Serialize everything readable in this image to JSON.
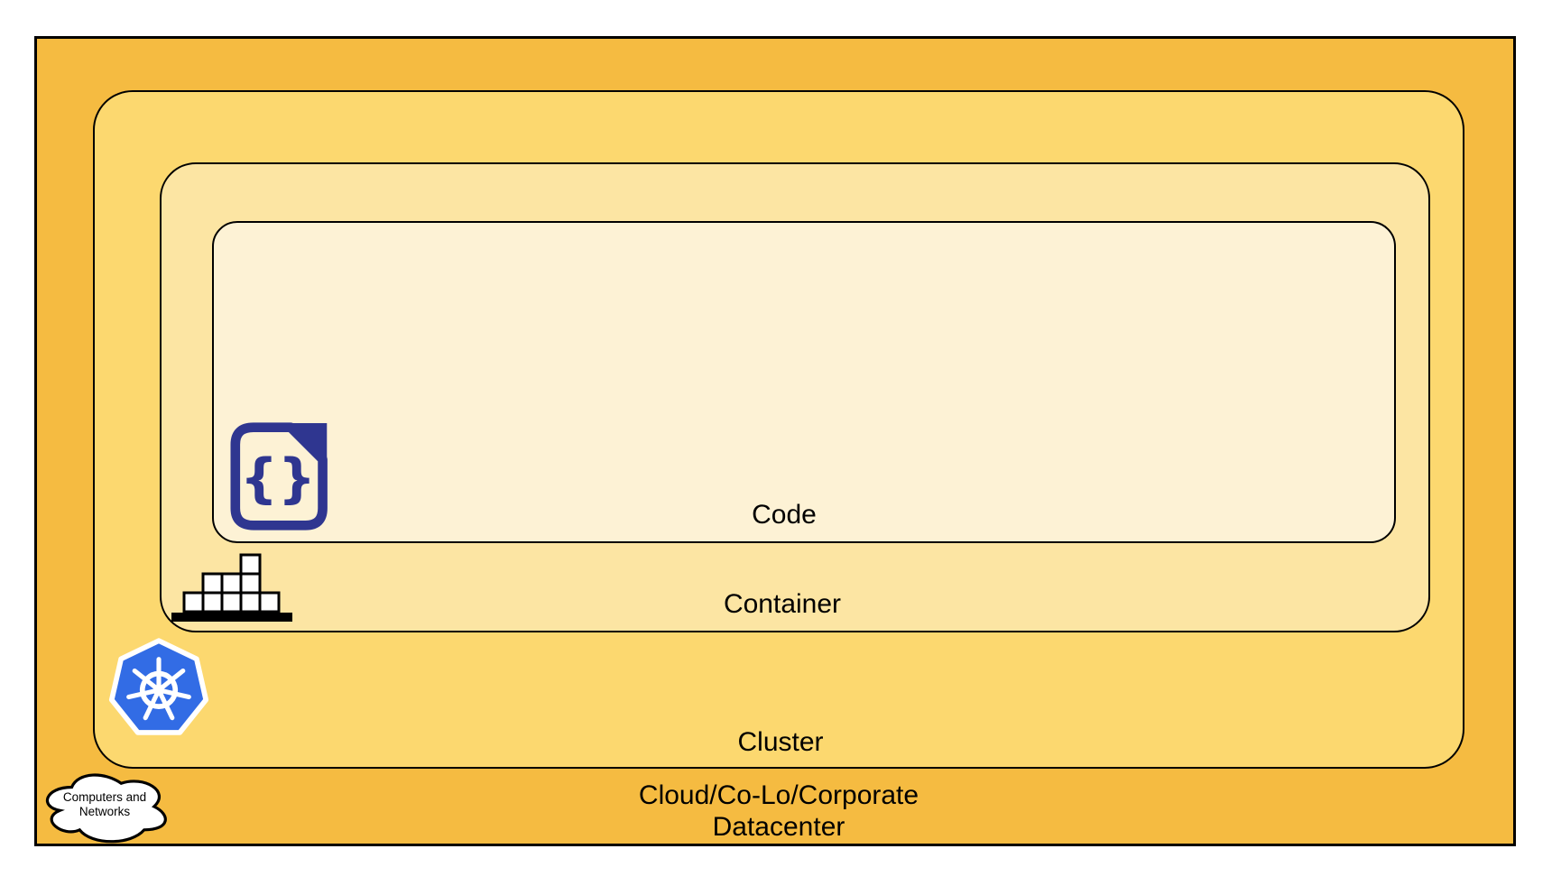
{
  "colors": {
    "datacenter_fill": "#F5BB41",
    "cluster_fill": "#FCD86F",
    "container_fill": "#FCE5A3",
    "code_fill": "#FDF2D5",
    "border": "#000000",
    "code_icon_navy": "#2F3690",
    "kubernetes_blue": "#326CE5"
  },
  "layers": {
    "code": {
      "label": "Code"
    },
    "container": {
      "label": "Container"
    },
    "cluster": {
      "label": "Cluster"
    },
    "datacenter": {
      "label": "Cloud/Co-Lo/Corporate\nDatacenter"
    }
  },
  "cloud_callout": {
    "label": "Computers and\nNetworks"
  },
  "icons": {
    "code_file": {
      "name": "code-file-icon",
      "glyph": "{}"
    },
    "container_stack": {
      "name": "container-stack-icon",
      "shape": "stacked-boxes-on-pallet"
    },
    "kubernetes": {
      "name": "kubernetes-icon",
      "shape": "blue-heptagon-helm-wheel"
    },
    "cloud": {
      "name": "cloud-icon",
      "shape": "cloud-outline"
    }
  }
}
